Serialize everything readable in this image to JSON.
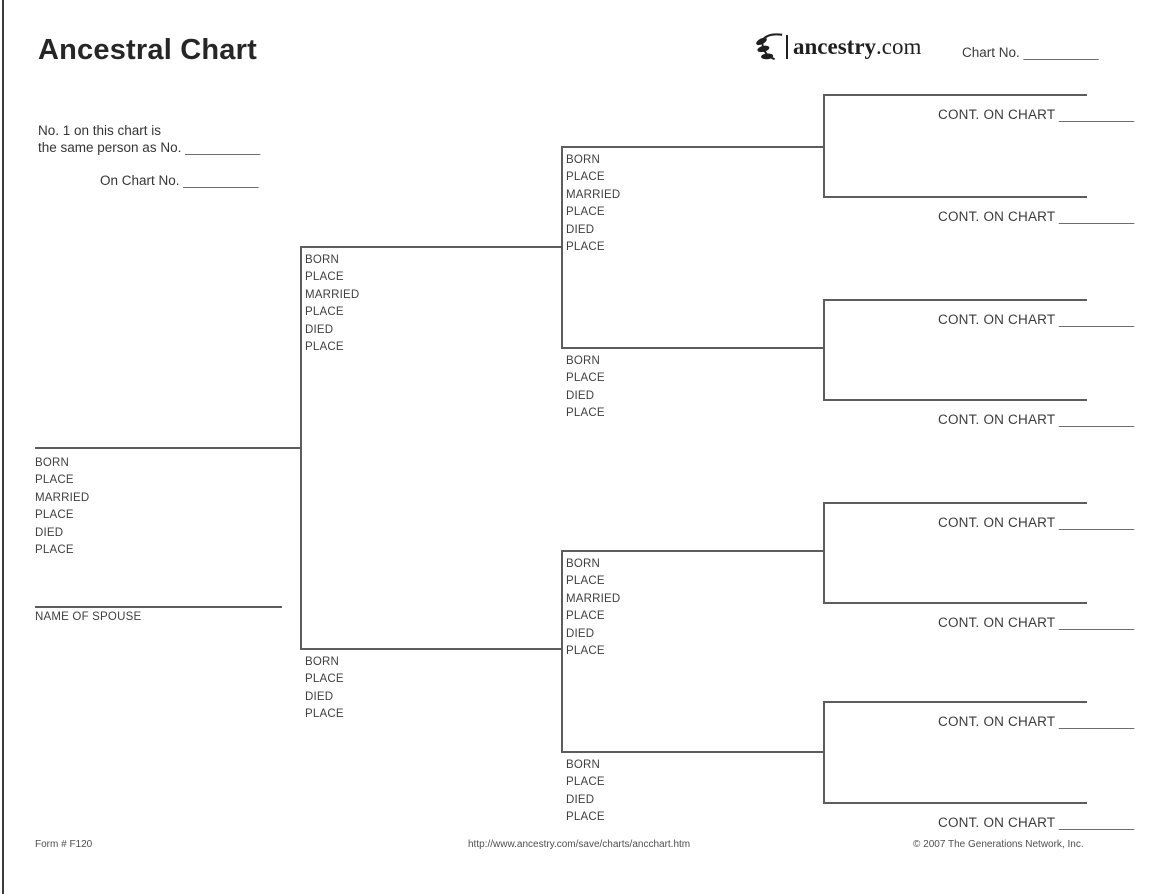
{
  "header": {
    "title": "Ancestral Chart",
    "logo": {
      "icon": "ancestry-leaf-icon",
      "brand": "ancestry",
      "tld": ".com"
    },
    "chart_no": {
      "label": "Chart No.",
      "blank": "__________"
    }
  },
  "identity_note": {
    "line1": "No. 1 on this chart is",
    "line2": "the same person as No.",
    "line2_blank": "__________",
    "line3": "On Chart No.",
    "line3_blank": "__________"
  },
  "field_labels": {
    "born": "BORN",
    "place": "PLACE",
    "married": "MARRIED",
    "died": "DIED",
    "name_of_spouse": "NAME OF SPOUSE",
    "cont_on_chart": "CONT. ON CHART",
    "cont_blank": "__________"
  },
  "footer": {
    "form_number": "Form # F120",
    "url": "http://www.ancestry.com/save/charts/ancchart.htm",
    "copyright": "© 2007 The Generations Network, Inc."
  },
  "colors": {
    "line": "#5d5d5d",
    "label_text": "#3f3f3f",
    "title_text": "#262626"
  }
}
